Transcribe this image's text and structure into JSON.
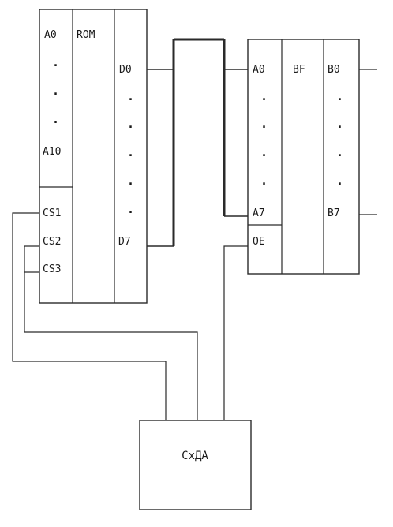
{
  "rom": {
    "title": "ROM",
    "address_pins": [
      "A0",
      "A10"
    ],
    "data_pins": [
      "D0",
      "D7"
    ],
    "select_pins": [
      "CS1",
      "CS2",
      "CS3"
    ],
    "dots": "."
  },
  "buffer": {
    "title": "BF",
    "input_pins": [
      "A0",
      "A7"
    ],
    "output_pins": [
      "B0",
      "B7"
    ],
    "enable_pin": "OE",
    "dots": "."
  },
  "control": {
    "label": "СхДА"
  }
}
